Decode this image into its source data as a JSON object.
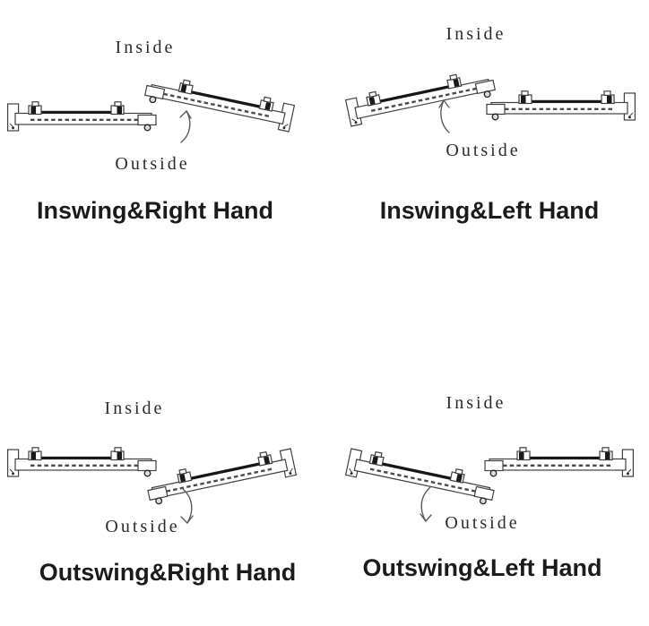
{
  "figure": {
    "background": "#ffffff",
    "line_color": "#3f3f3f",
    "dark_hardware_color": "#161616",
    "arrow_color": "#5a5a5a",
    "text_color": "#1b1b1b"
  },
  "quadrants": [
    {
      "inside_label": "Inside",
      "outside_label": "Outside",
      "caption": "Inswing&Right Hand"
    },
    {
      "inside_label": "Inside",
      "outside_label": "Outside",
      "caption": "Inswing&Left Hand"
    },
    {
      "inside_label": "Inside",
      "outside_label": "Outside",
      "caption": "Outswing&Right Hand"
    },
    {
      "inside_label": "Inside",
      "outside_label": "Outside",
      "caption": "Outswing&Left Hand"
    }
  ]
}
